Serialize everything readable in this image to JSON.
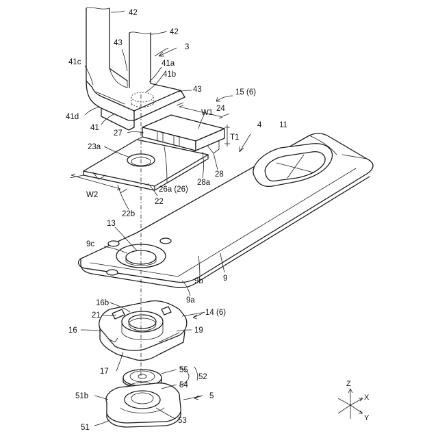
{
  "labels": {
    "l42a": "42",
    "l42b": "42",
    "l43a": "43",
    "l3": "3",
    "l41c": "41c",
    "l41a": "41a",
    "l41b": "41b",
    "l43b": "43",
    "l15": "15 (6)",
    "l41d": "41d",
    "l41": "41",
    "l24": "24",
    "lW1": "W1",
    "l27": "27",
    "lT1": "T1",
    "l4": "4",
    "l11": "11",
    "l23a": "23a",
    "l26a": "26a (26)",
    "l28a": "28a",
    "l28": "28",
    "lW2": "W2",
    "l22": "22",
    "l22b": "22b",
    "l13": "13",
    "l9c": "9c",
    "l9b": "9b",
    "l9": "9",
    "l9a": "9a",
    "l16b": "16b",
    "l21": "21",
    "l14": "14 (6)",
    "l16": "16",
    "l19": "19",
    "l17": "17",
    "l55": "55",
    "l52": "52",
    "l54": "54",
    "l51b": "51b",
    "l5": "5",
    "l51": "51",
    "l53": "53"
  },
  "axes": {
    "z": "Z",
    "x": "X",
    "y": "Y"
  }
}
